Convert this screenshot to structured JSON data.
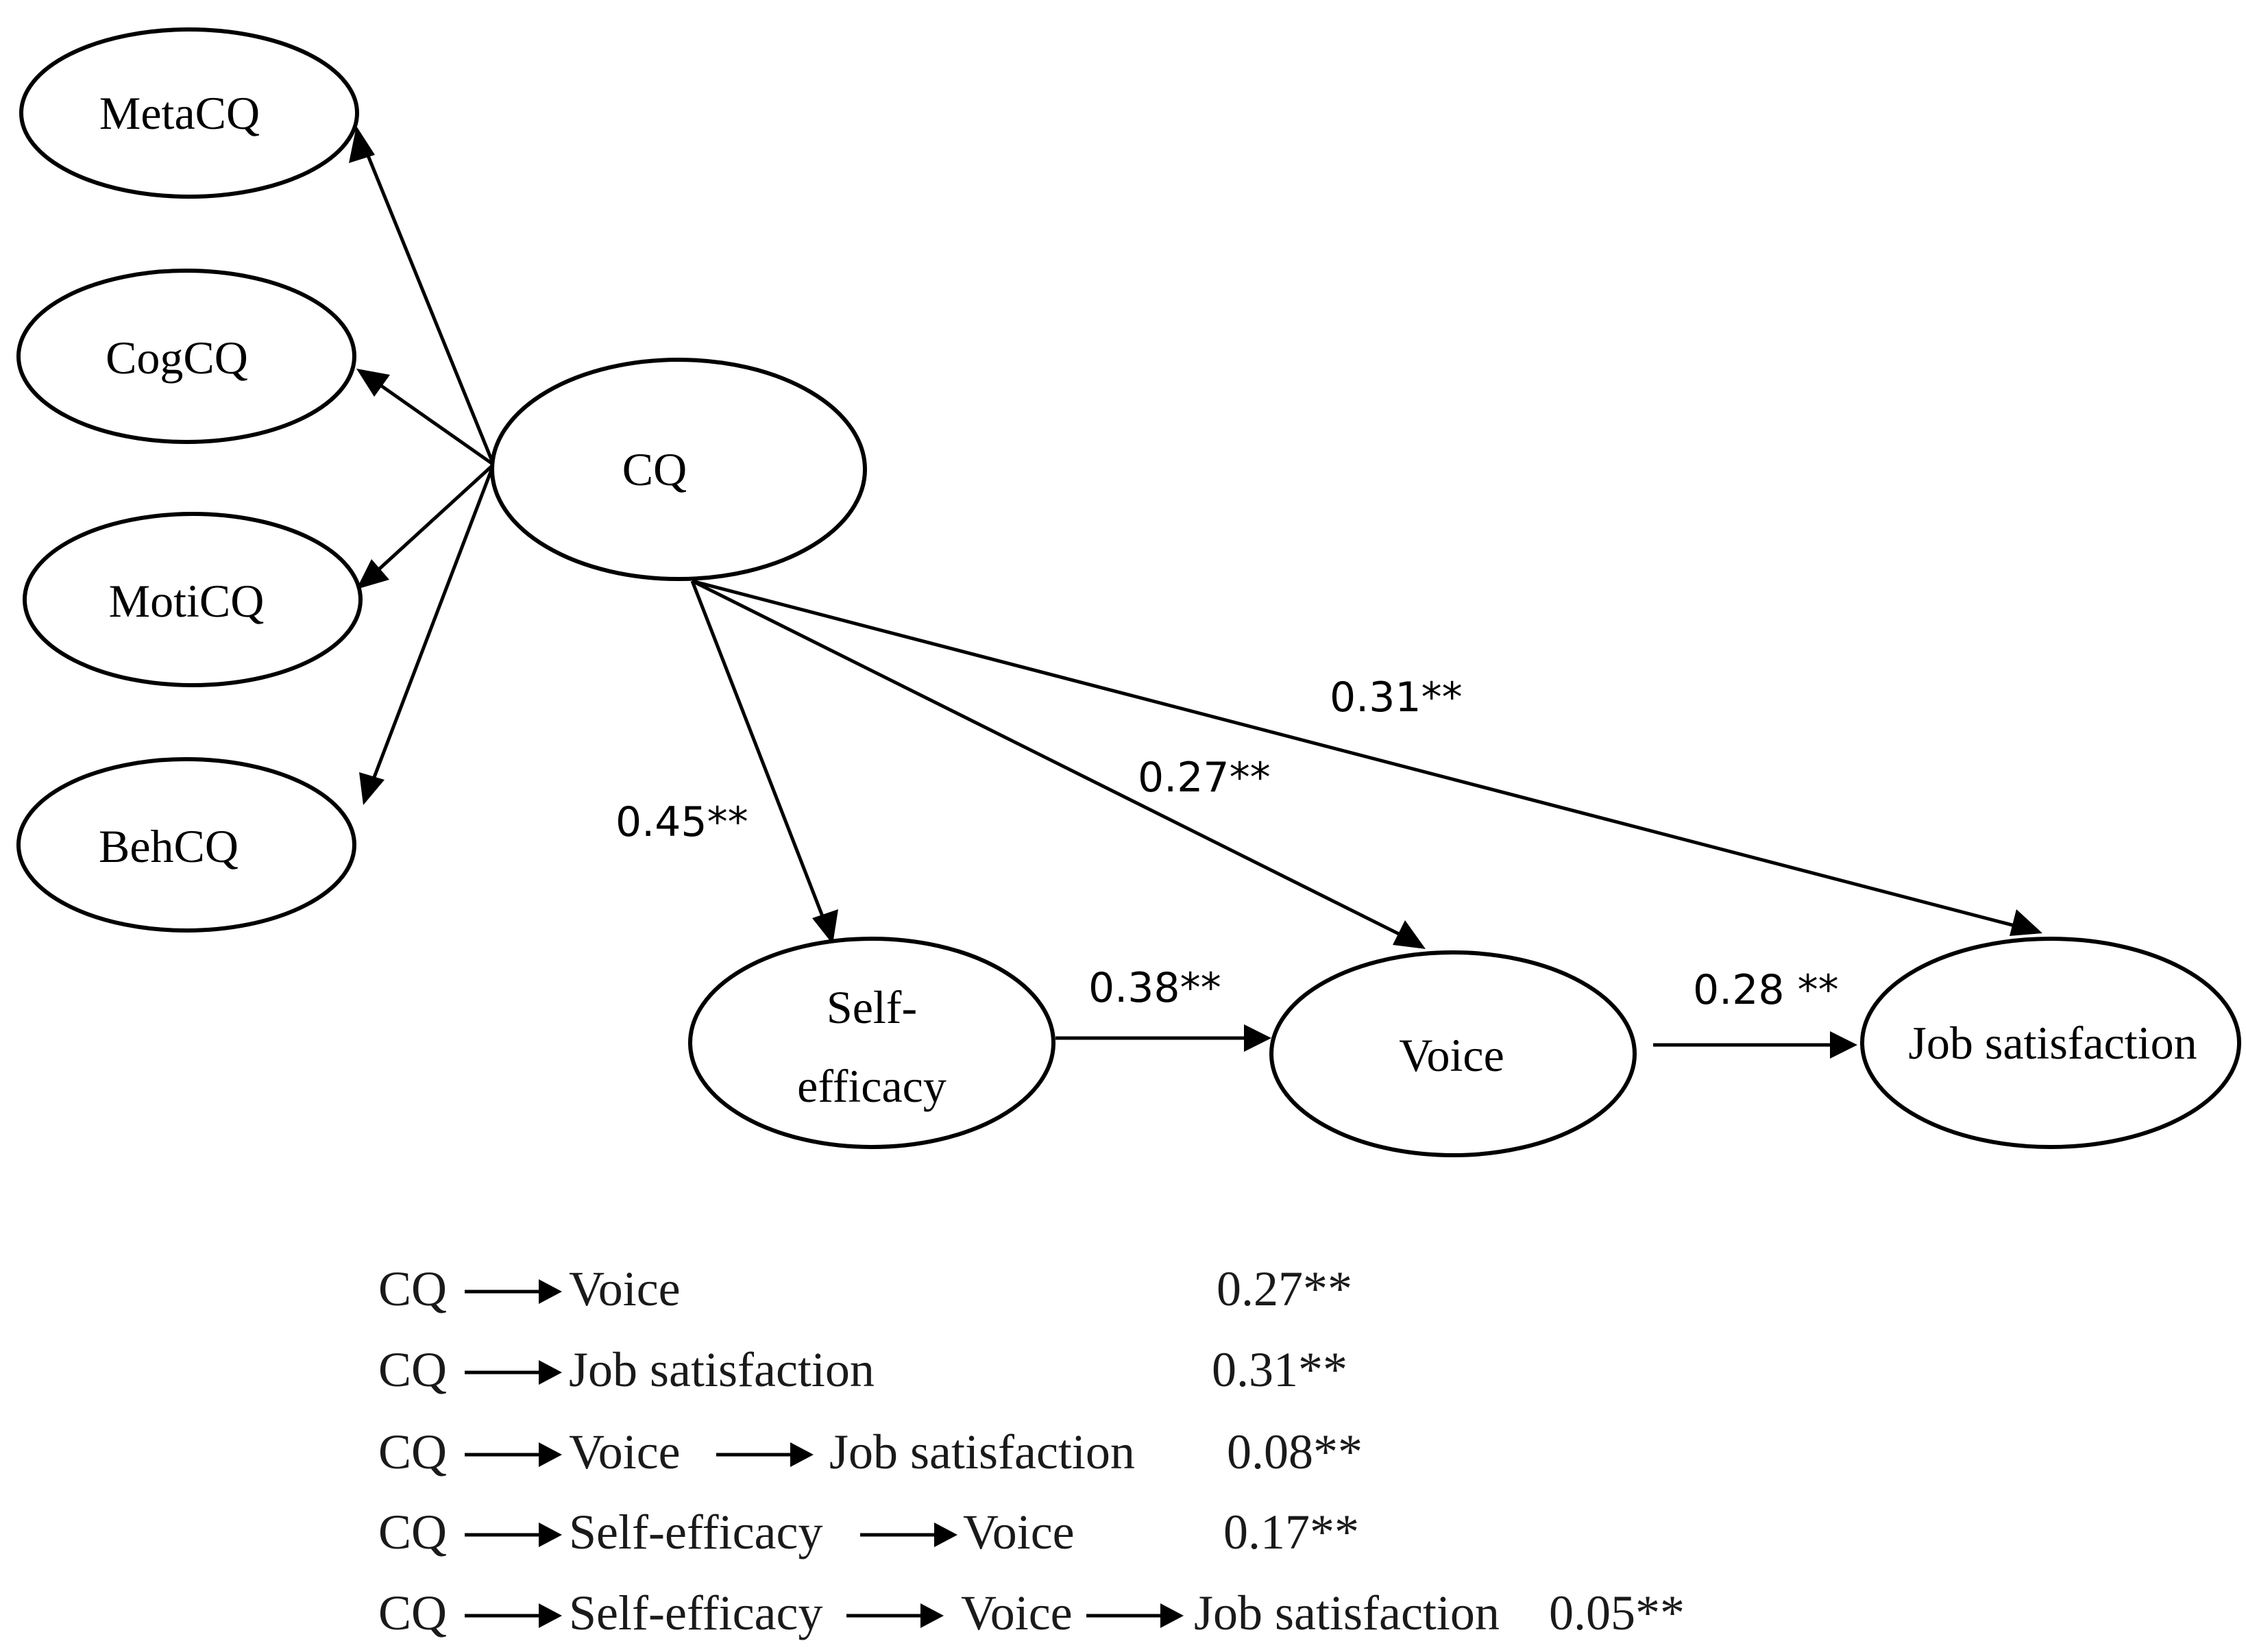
{
  "nodes": {
    "metacq": {
      "label": "MetaCQ"
    },
    "cogcq": {
      "label": "CogCQ"
    },
    "moticq": {
      "label": "MotiCQ"
    },
    "behcq": {
      "label": "BehCQ"
    },
    "cq": {
      "label": "CQ"
    },
    "self_efficacy": {
      "label_line1": "Self-",
      "label_line2": "efficacy"
    },
    "voice": {
      "label": "Voice"
    },
    "job_satisfaction": {
      "label": "Job satisfaction"
    }
  },
  "edges": {
    "cq_self_efficacy": {
      "label": "0.45**"
    },
    "cq_voice": {
      "label": "0.27**"
    },
    "cq_job_satisfaction": {
      "label": "0.31**"
    },
    "self_efficacy_voice": {
      "label": "0.38**"
    },
    "voice_job_satisfaction": {
      "label": "0.28 **"
    }
  },
  "summary": {
    "rows": [
      {
        "path": [
          "CQ",
          "Voice"
        ],
        "value": "0.27**"
      },
      {
        "path": [
          "CQ",
          "Job satisfaction"
        ],
        "value": "0.31**"
      },
      {
        "path": [
          "CQ",
          "Voice",
          "Job satisfaction"
        ],
        "value": "0.08**"
      },
      {
        "path": [
          "CQ",
          "Self-efficacy",
          "Voice"
        ],
        "value": "0.17**"
      },
      {
        "path": [
          "CQ",
          "Self-efficacy",
          "Voice",
          "Job satisfaction"
        ],
        "value": "0.05**"
      }
    ]
  }
}
